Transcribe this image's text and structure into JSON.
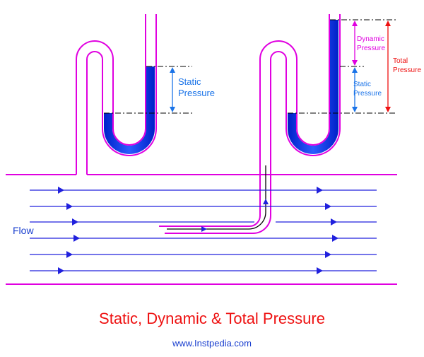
{
  "labels": {
    "static_pressure_left": [
      "Static",
      "Pressure"
    ],
    "dynamic_pressure": [
      "Dynamic",
      "Pressure"
    ],
    "static_pressure_right": [
      "Static",
      "Pressure"
    ],
    "total_pressure": [
      "Total",
      "Pressure"
    ],
    "flow": "Flow"
  },
  "caption": {
    "title": "Static, Dynamic & Total Pressure",
    "website": "www.Instpedia.com"
  },
  "colors": {
    "tube": "#e000e0",
    "fluid": "#0033ee",
    "flow_line": "#2020dd",
    "static_marker": "#1a73e8",
    "dynamic_marker": "#e000e0",
    "total_marker": "#ee1111",
    "title": "#ee1111",
    "website": "#1a3fcf",
    "flow_label": "#1a3fcf"
  }
}
